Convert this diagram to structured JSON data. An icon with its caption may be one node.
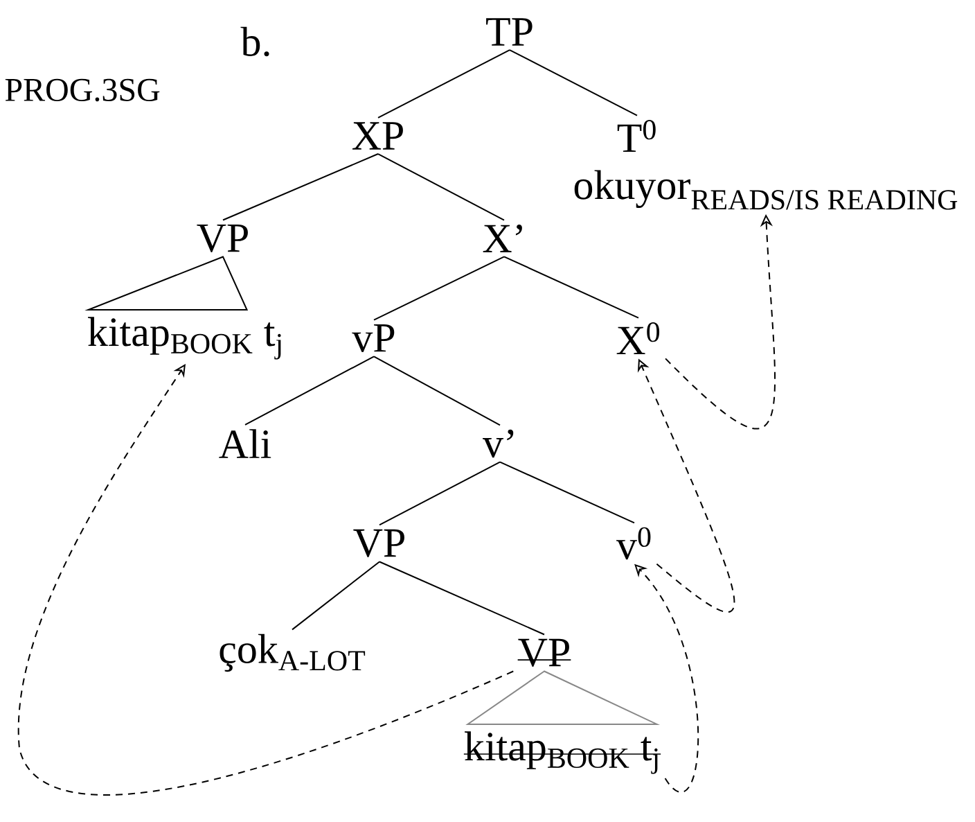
{
  "diagram": {
    "nodes": [
      {
        "text": [
          "TP"
        ]
      },
      {
        "text": [
          "XP"
        ]
      },
      {
        "text": [
          "T$^{0}$"
        ]
      },
      {
        "text": [
          "\\text{okuyor}_{\\text{READS/IS READING}}"
        ]
      },
      {
        "text": [
          "VP"
        ]
      },
      {
        "text": [
          "X’"
        ]
      },
      {
        "text": [
          "kitap$_{BOOK}$ t$_{j}$"
        ]
      },
      {
        "text": [
          "vP"
        ]
      },
      {
        "text": [
          "X$^{0}$"
        ]
      },
      {
        "text": [
          "Ali"
        ]
      },
      {
        "text": [
          "v’"
        ]
      },
      {
        "text": [
          "VP"
        ]
      },
      {
        "text": [
          "v$^{0}$"
        ]
      },
      {
        "text": [
          "çok$_{A-LOT}$"
        ]
      },
      {
        "text": [
          "VP"
        ]
      },
      {
        "text": [
          "kitap$_{BOOK}$ t$_{j}$"
        ]
      }
    ],
    "edges": [
      {
        "from": 0,
        "to": 1,
        "arrow": "none"
      },
      {
        "from": 0,
        "to": 2,
        "arrow": "none"
      },
      {
        "from": 1,
        "to": 4,
        "arrow": "none"
      },
      {
        "from": 1,
        "to": 5,
        "arrow": "none"
      },
      {
        "from": 4,
        "to": 6,
        "arrow": "none"
      },
      {
        "from": 5,
        "to": 7,
        "arrow": "none"
      },
      {
        "from": 5,
        "to": 8,
        "arrow": "none"
      },
      {
        "from": 7,
        "to": 9,
        "arrow": "none"
      },
      {
        "from": 7,
        "to": 10,
        "arrow": "none"
      },
      {
        "from": 10,
        "to": 11,
        "arrow": "none"
      },
      {
        "from": 10,
        "to": 12,
        "arrow": "none"
      },
      {
        "from": 11,
        "to": 13,
        "arrow": "none"
      },
      {
        "from": 11,
        "to": 14,
        "arrow": "none"
      },
      {
        "from": 14,
        "to": 15,
        "arrow": "none",
        "color": "#888888"
      },
      {
        "from": 15,
        "to": 12,
        "arrow": "to",
        "style": "dashed"
      },
      {
        "from": 12,
        "to": 8,
        "arrow": "to",
        "style": "dashed"
      },
      {
        "from": 8,
        "to": 3,
        "arrow": "to",
        "style": "dashed"
      },
      {
        "from": 14,
        "to": 6,
        "arrow": "to",
        "style": "dashed"
      }
    ],
    "labels": [
      "b.",
      "PROG.3SG"
    ]
  }
}
